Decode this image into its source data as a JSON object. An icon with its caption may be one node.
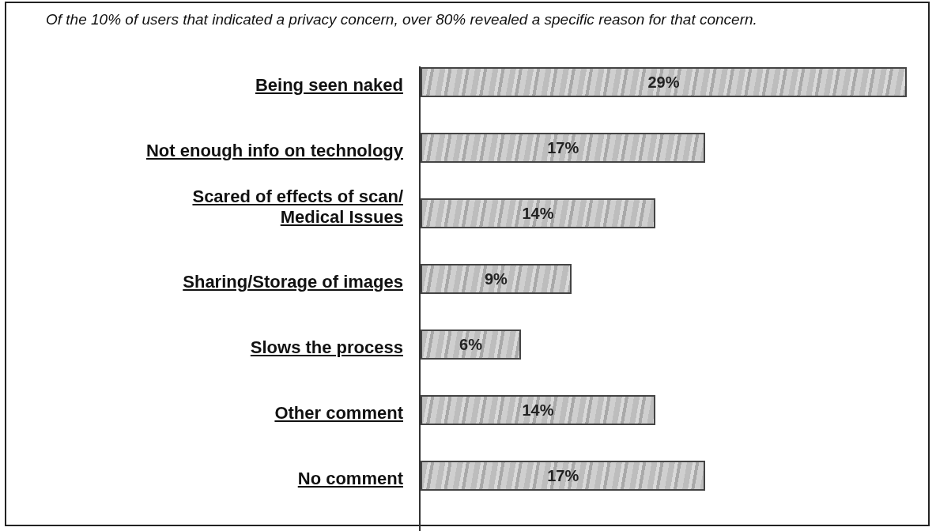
{
  "diagram": {
    "title": "Of the 10% of users that indicated a privacy concern, over 80% revealed a specific reason for that concern.",
    "chart_data": {
      "type": "bar",
      "orientation": "horizontal",
      "categories": [
        "Being seen naked",
        "Not enough info on technology",
        "Scared of effects of scan/ Medical Issues",
        "Sharing/Storage of images",
        "Slows the process",
        "Other comment",
        "No comment"
      ],
      "values": [
        29,
        17,
        14,
        9,
        6,
        14,
        17
      ],
      "value_labels": [
        "29%",
        "17%",
        "14%",
        "9%",
        "6%",
        "14%",
        "17%"
      ]
    }
  }
}
